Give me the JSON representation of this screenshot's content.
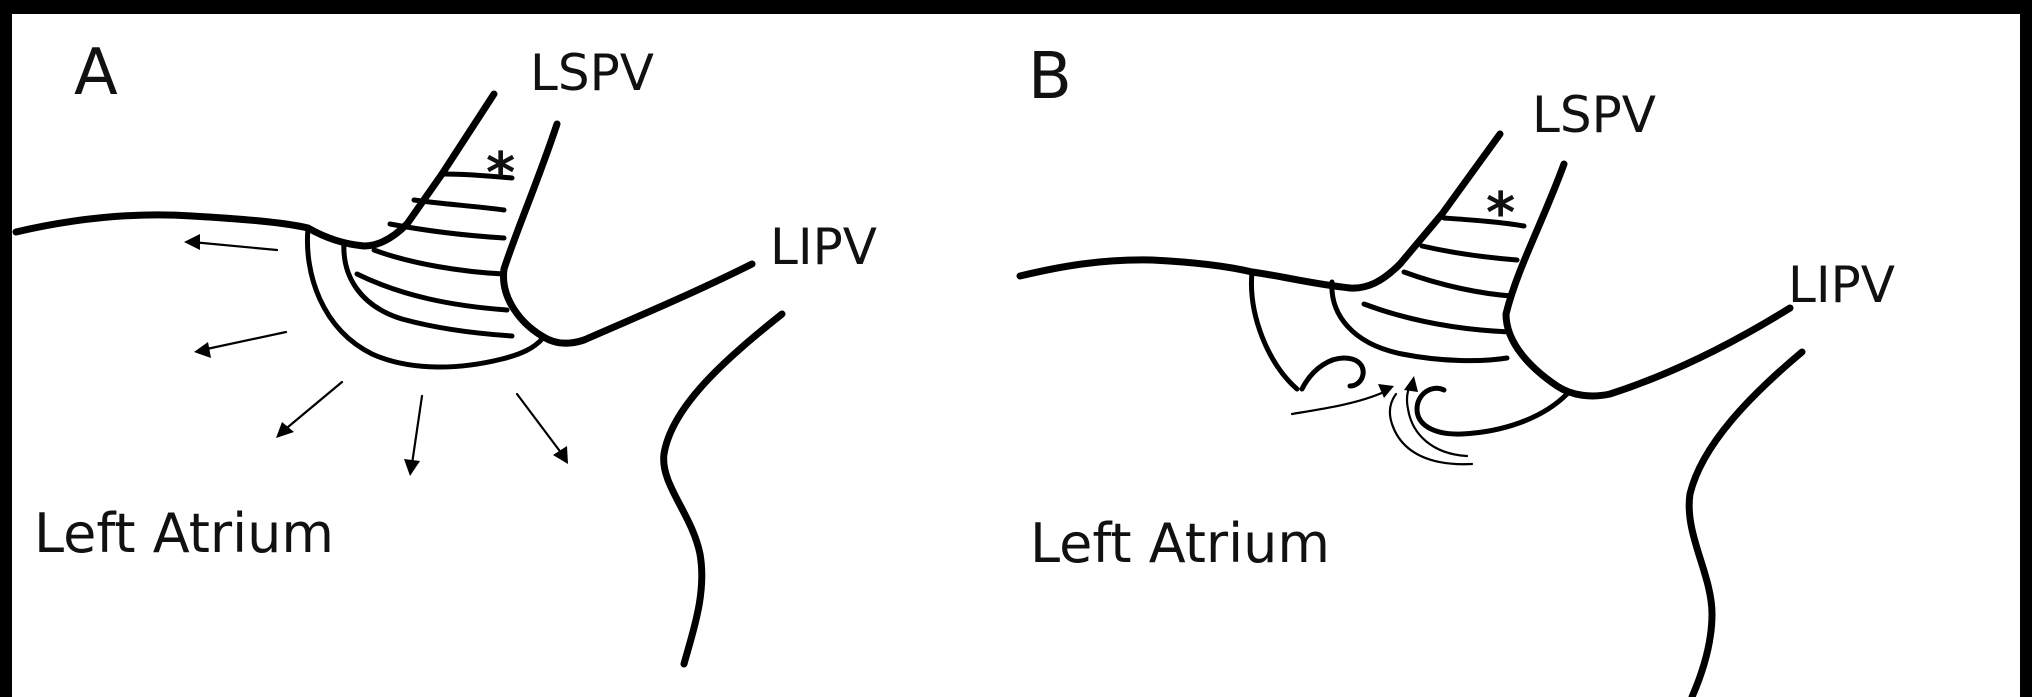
{
  "panels": [
    {
      "letter": "A",
      "labels": {
        "superior_vein": "LSPV",
        "inferior_vein": "LIPV",
        "chamber": "Left Atrium",
        "marker": "*"
      }
    },
    {
      "letter": "B",
      "labels": {
        "superior_vein": "LSPV",
        "inferior_vein": "LIPV",
        "chamber": "Left Atrium",
        "marker": "*"
      }
    }
  ],
  "colors": {
    "background": "#000000",
    "paper": "#ffffff",
    "ink": "#000000"
  }
}
